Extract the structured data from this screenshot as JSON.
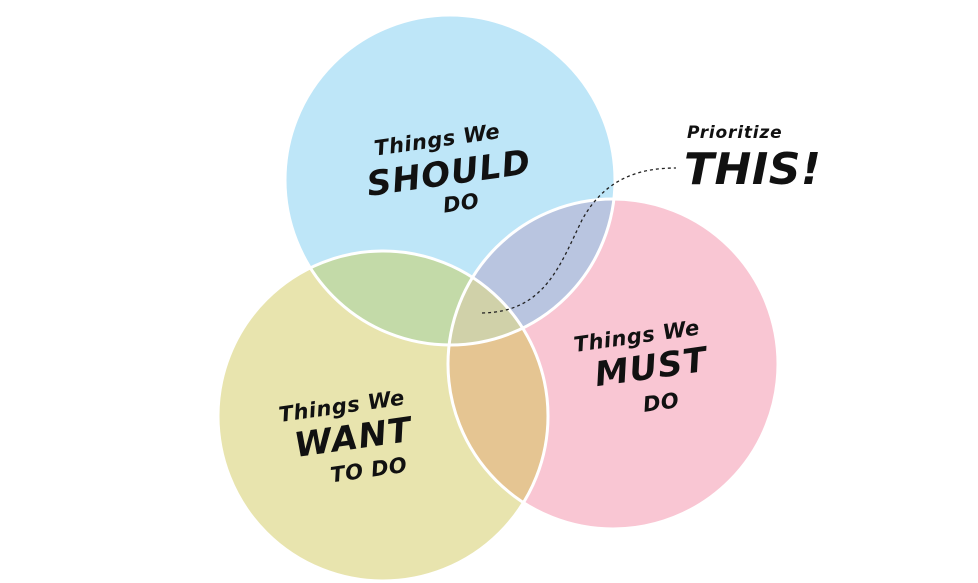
{
  "circles": {
    "should": {
      "line1": "Things We",
      "line2": "SHOULD",
      "line3": "DO",
      "color": "#bee6f8"
    },
    "want": {
      "line1": "Things We",
      "line2": "WANT",
      "line3": "TO DO",
      "color": "#e8e4ae"
    },
    "must": {
      "line1": "Things We",
      "line2": "MUST",
      "line3": "DO",
      "color": "#f9c6d3"
    }
  },
  "overlaps": {
    "should_want": "#c3daa8",
    "should_must": "#b9c5e0",
    "want_must": "#e5c592",
    "center": "#d0d1a9"
  },
  "callout": {
    "small": "Prioritize",
    "big": "THIS!"
  }
}
